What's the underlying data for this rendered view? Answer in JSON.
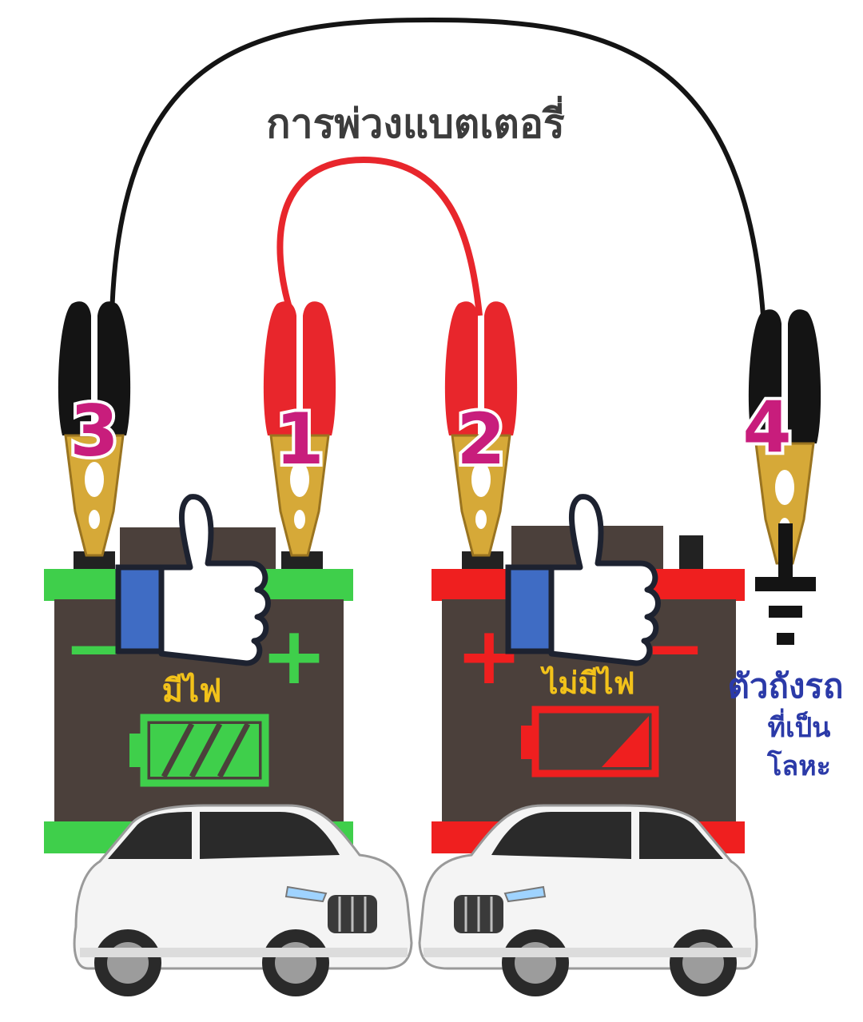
{
  "title": "การพ่วงแบตเตอรี่",
  "clamps": {
    "c3": {
      "number": "3"
    },
    "c1": {
      "number": "1"
    },
    "c2": {
      "number": "2"
    },
    "c4": {
      "number": "4"
    }
  },
  "good_battery": {
    "status_label": "มีไฟ",
    "minus_symbol": "−",
    "plus_symbol": "+",
    "charge_level": 1.0
  },
  "dead_battery": {
    "status_label": "ไม่มีไฟ",
    "minus_symbol": "−",
    "plus_symbol": "+",
    "charge_level": 0.2
  },
  "ground": {
    "line1": "ตัวถังรถ",
    "line2": "ที่เป็น",
    "line3": "โลหะ"
  },
  "colors": {
    "cable_black": "#141414",
    "cable_red": "#e8262c",
    "clamp_copper": "#d6a938",
    "good_battery_accent": "#3fcf4b",
    "dead_battery_accent": "#ef1f1f",
    "battery_body": "#4b403b",
    "number_magenta": "#c81d7c",
    "label_yellow": "#f2c21a",
    "ground_text_blue": "#2b3aa8",
    "thumb_cuff_blue": "#3f6cc4"
  },
  "icons": [
    "thumbs-up-icon",
    "battery-full-icon",
    "battery-low-icon",
    "ground-symbol-icon",
    "car-icon"
  ]
}
